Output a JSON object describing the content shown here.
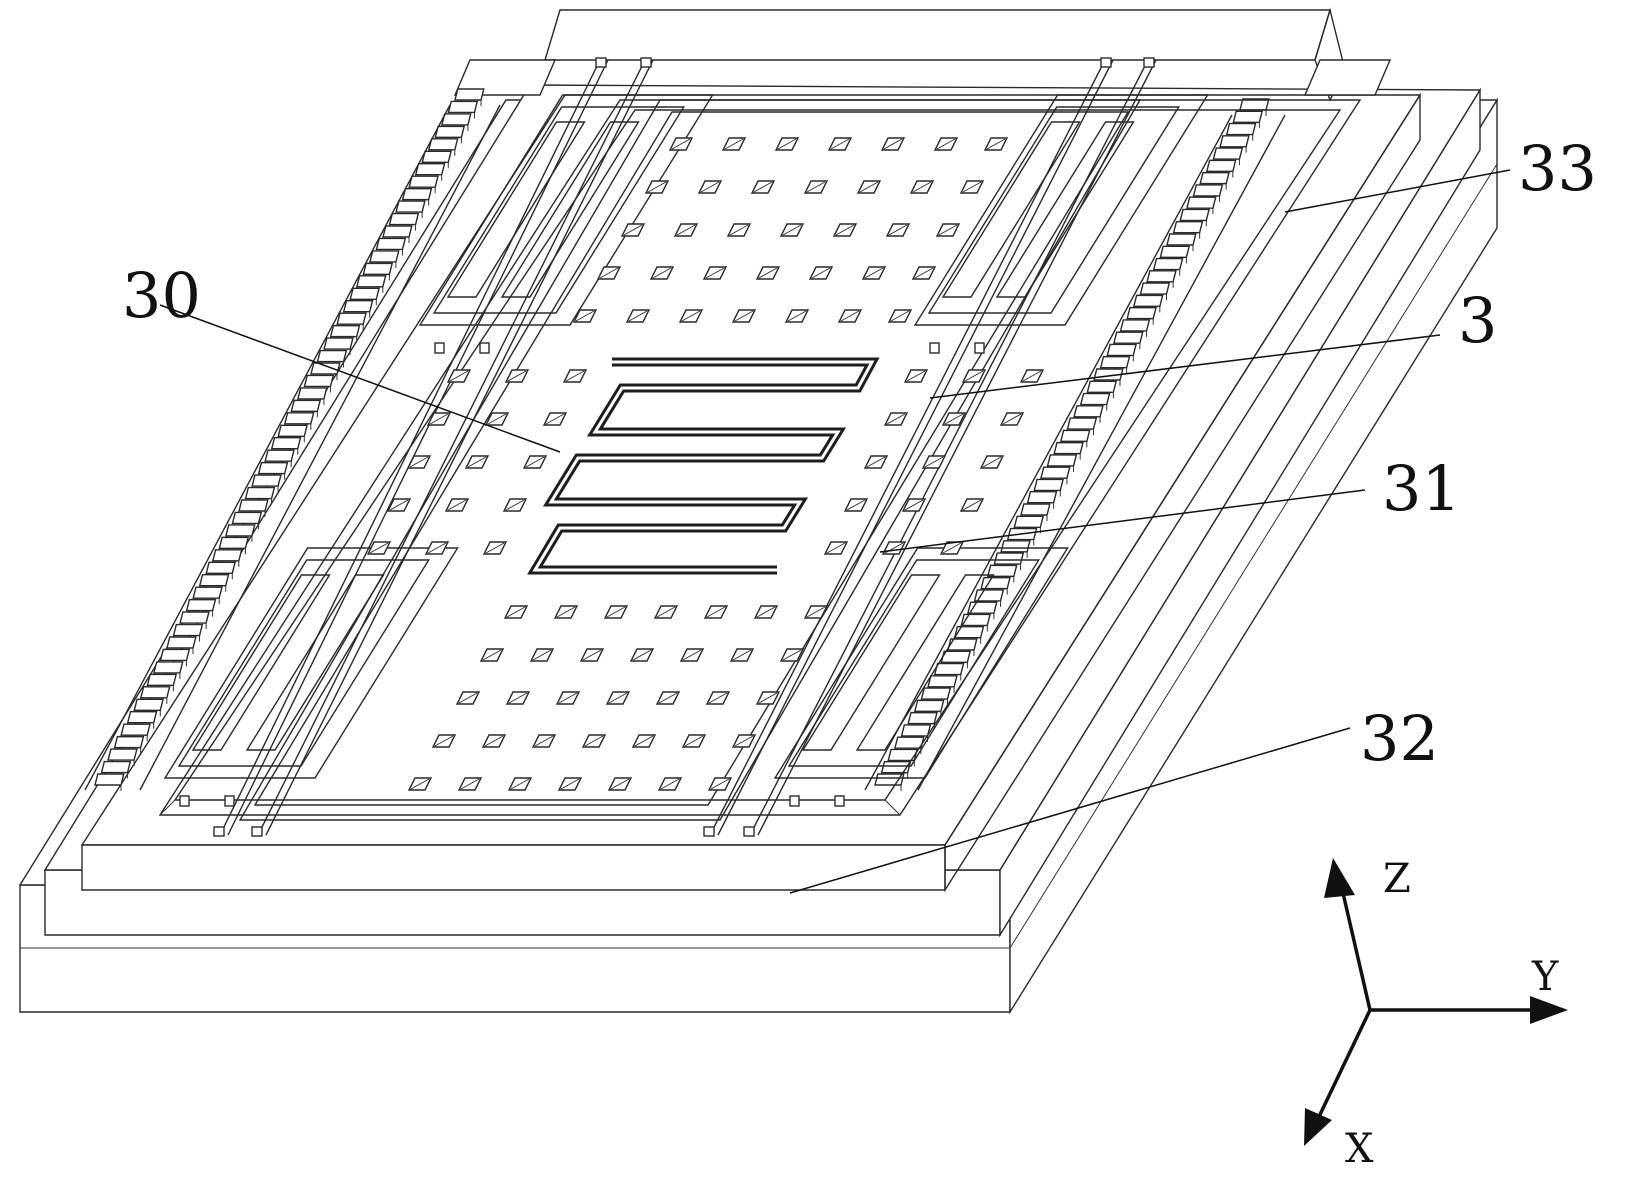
{
  "figure": {
    "labels": {
      "heater": "30",
      "plate": "3",
      "hole": "31",
      "frame": "32",
      "comb": "33"
    },
    "axes": {
      "z": "Z",
      "y": "Y",
      "x": "X"
    }
  },
  "colors": {
    "line": "#2a2a2a",
    "heater": "#1e1e1e",
    "background": "#ffffff"
  }
}
